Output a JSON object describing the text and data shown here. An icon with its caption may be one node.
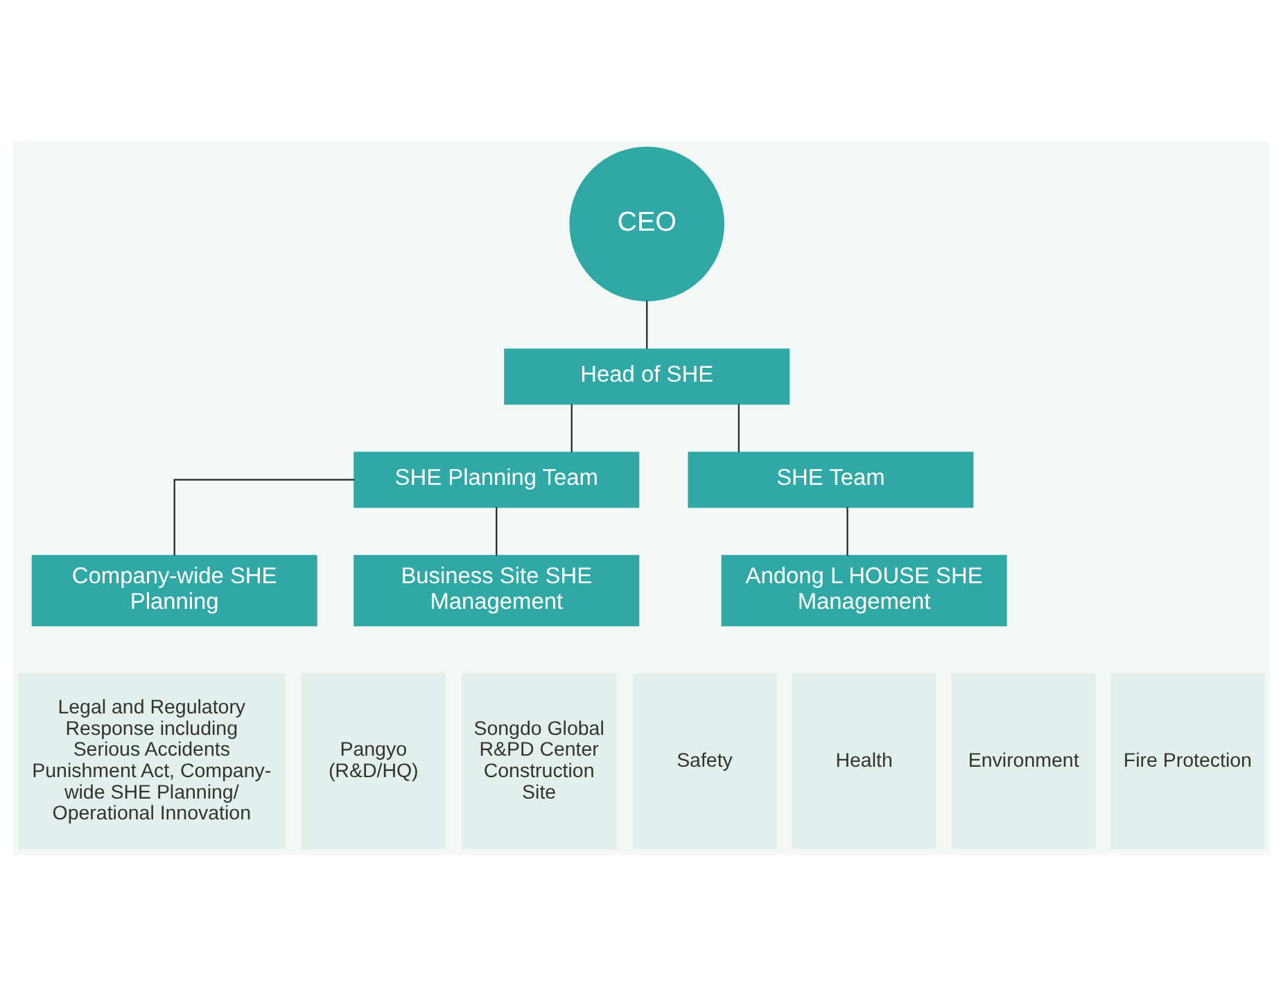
{
  "diagram": {
    "nodes": [
      {
        "text": [
          "CEO"
        ]
      },
      {
        "text": [
          "Head of SHE"
        ]
      },
      {
        "text": [
          "SHE Planning Team"
        ]
      },
      {
        "text": [
          "SHE Team"
        ]
      },
      {
        "text": [
          "Company-wide SHE Planning"
        ]
      },
      {
        "text": [
          "Business Site SHE Management"
        ]
      },
      {
        "text": [
          "Andong L HOUSE SHE Management"
        ]
      },
      {
        "text": [
          "Legal and Regulatory Response including Serious Accidents Punishment Act, Company-wide SHE Planning/ Operational Innovation"
        ]
      },
      {
        "text": [
          "Pangyo (R&D/HQ)"
        ]
      },
      {
        "text": [
          "Songdo Global R&PD Center Construction Site"
        ]
      },
      {
        "text": [
          "Safety"
        ]
      },
      {
        "text": [
          "Health"
        ]
      },
      {
        "text": [
          "Environment"
        ]
      },
      {
        "text": [
          "Fire Protection"
        ]
      }
    ],
    "edges": [
      {
        "from": 0,
        "to": 1,
        "arrow": "none"
      },
      {
        "from": 1,
        "to": 2,
        "arrow": "none"
      },
      {
        "from": 1,
        "to": 3,
        "arrow": "none"
      },
      {
        "from": 2,
        "to": 4,
        "arrow": "none"
      },
      {
        "from": 2,
        "to": 5,
        "arrow": "none"
      },
      {
        "from": 3,
        "to": 6,
        "arrow": "none"
      }
    ]
  }
}
